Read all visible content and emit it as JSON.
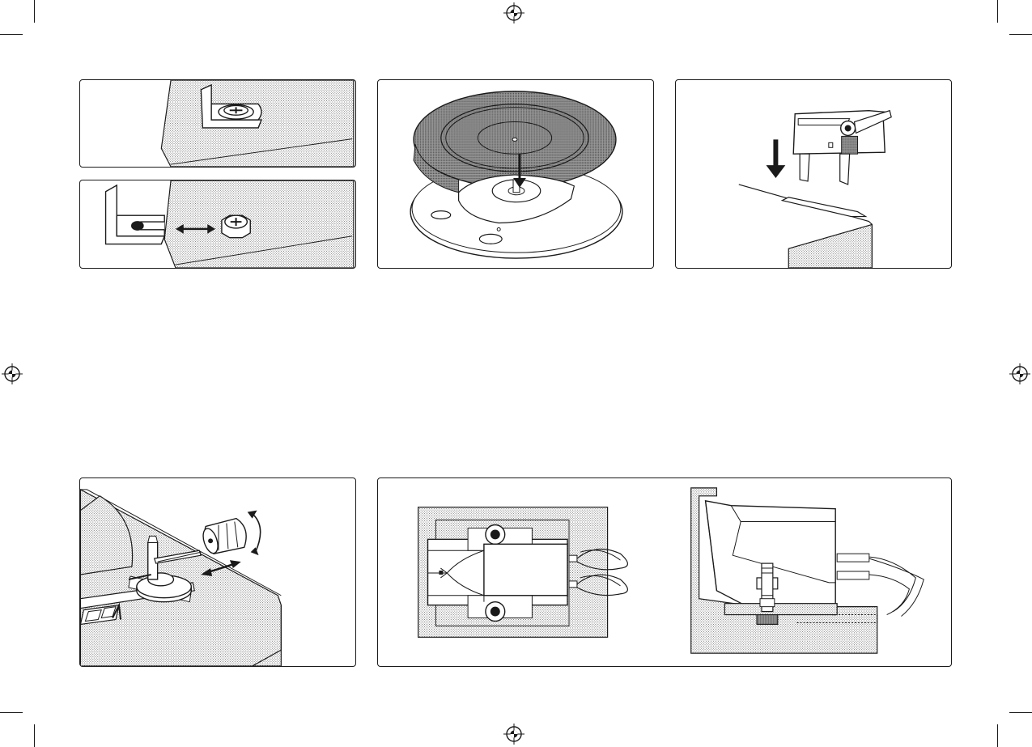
{
  "page": {
    "background": "#ffffff",
    "line_color": "#1a1a1a",
    "stipple_color": "#c8c8c8"
  },
  "figures": [
    {
      "id": "fig-bracket-screw",
      "icon": "bracket-screw-illustration"
    },
    {
      "id": "fig-bracket-removal",
      "icon": "bracket-removal-illustration"
    },
    {
      "id": "fig-platter",
      "icon": "platter-mat-illustration"
    },
    {
      "id": "fig-dust-cover-hinge",
      "icon": "hinge-insert-illustration"
    },
    {
      "id": "fig-counterweight",
      "icon": "tonearm-counterweight-illustration"
    },
    {
      "id": "fig-cartridge-mount",
      "icon": "cartridge-mount-illustration"
    }
  ]
}
